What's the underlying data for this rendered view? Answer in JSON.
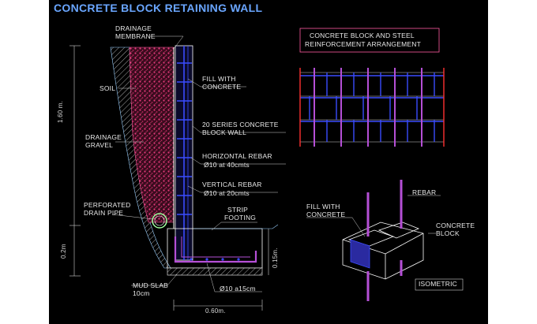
{
  "title": "CONCRETE BLOCK RETAINING WALL",
  "labels": {
    "drainage_membrane_1": "DRAINAGE",
    "drainage_membrane_2": "MEMBRANE",
    "soil": "SOIL",
    "drainage_gravel_1": "DRAINAGE",
    "drainage_gravel_2": "GRAVEL",
    "perforated_1": "PERFORATED",
    "perforated_2": "DRAIN PIPE",
    "mud_slab_1": "MUD SLAB",
    "mud_slab_2": "10cm",
    "fill_1": "FILL WITH",
    "fill_2": "CONCRETE",
    "series_1": "20 SERIES CONCRETE",
    "series_2": "BLOCK WALL",
    "hrebar_1": "HORIZONTAL REBAR",
    "hrebar_2": "Ø10 at 40cmts",
    "vrebar_1": "VERTICAL REBAR",
    "vrebar_2": "Ø10 at 20cmts",
    "strip_1": "STRIP",
    "strip_2": "FOOTING",
    "footing_bar": "Ø10 a15cm",
    "box_title_1": "CONCRETE BLOCK AND STEEL",
    "box_title_2": "REINFORCEMENT ARRANGEMENT",
    "iso_fill_1": "FILL WITH",
    "iso_fill_2": "CONCRETE",
    "iso_rebar": "REBAR",
    "iso_block_1": "CONCRETE",
    "iso_block_2": "BLOCK",
    "isometric": "ISOMETRIC"
  },
  "dimensions": {
    "height": "1.60 m.",
    "footing_depth": "0.15m.",
    "left_small": "0.2m",
    "bottom_width": "0.60m."
  },
  "colors": {
    "background": "#000000",
    "title": "#6aa6ff",
    "soil": "#d0306a",
    "concrete": "#b54fd6",
    "rebar": "#3a4cff",
    "steel_red": "#ff3030",
    "dimension": "#d0d0d0"
  }
}
